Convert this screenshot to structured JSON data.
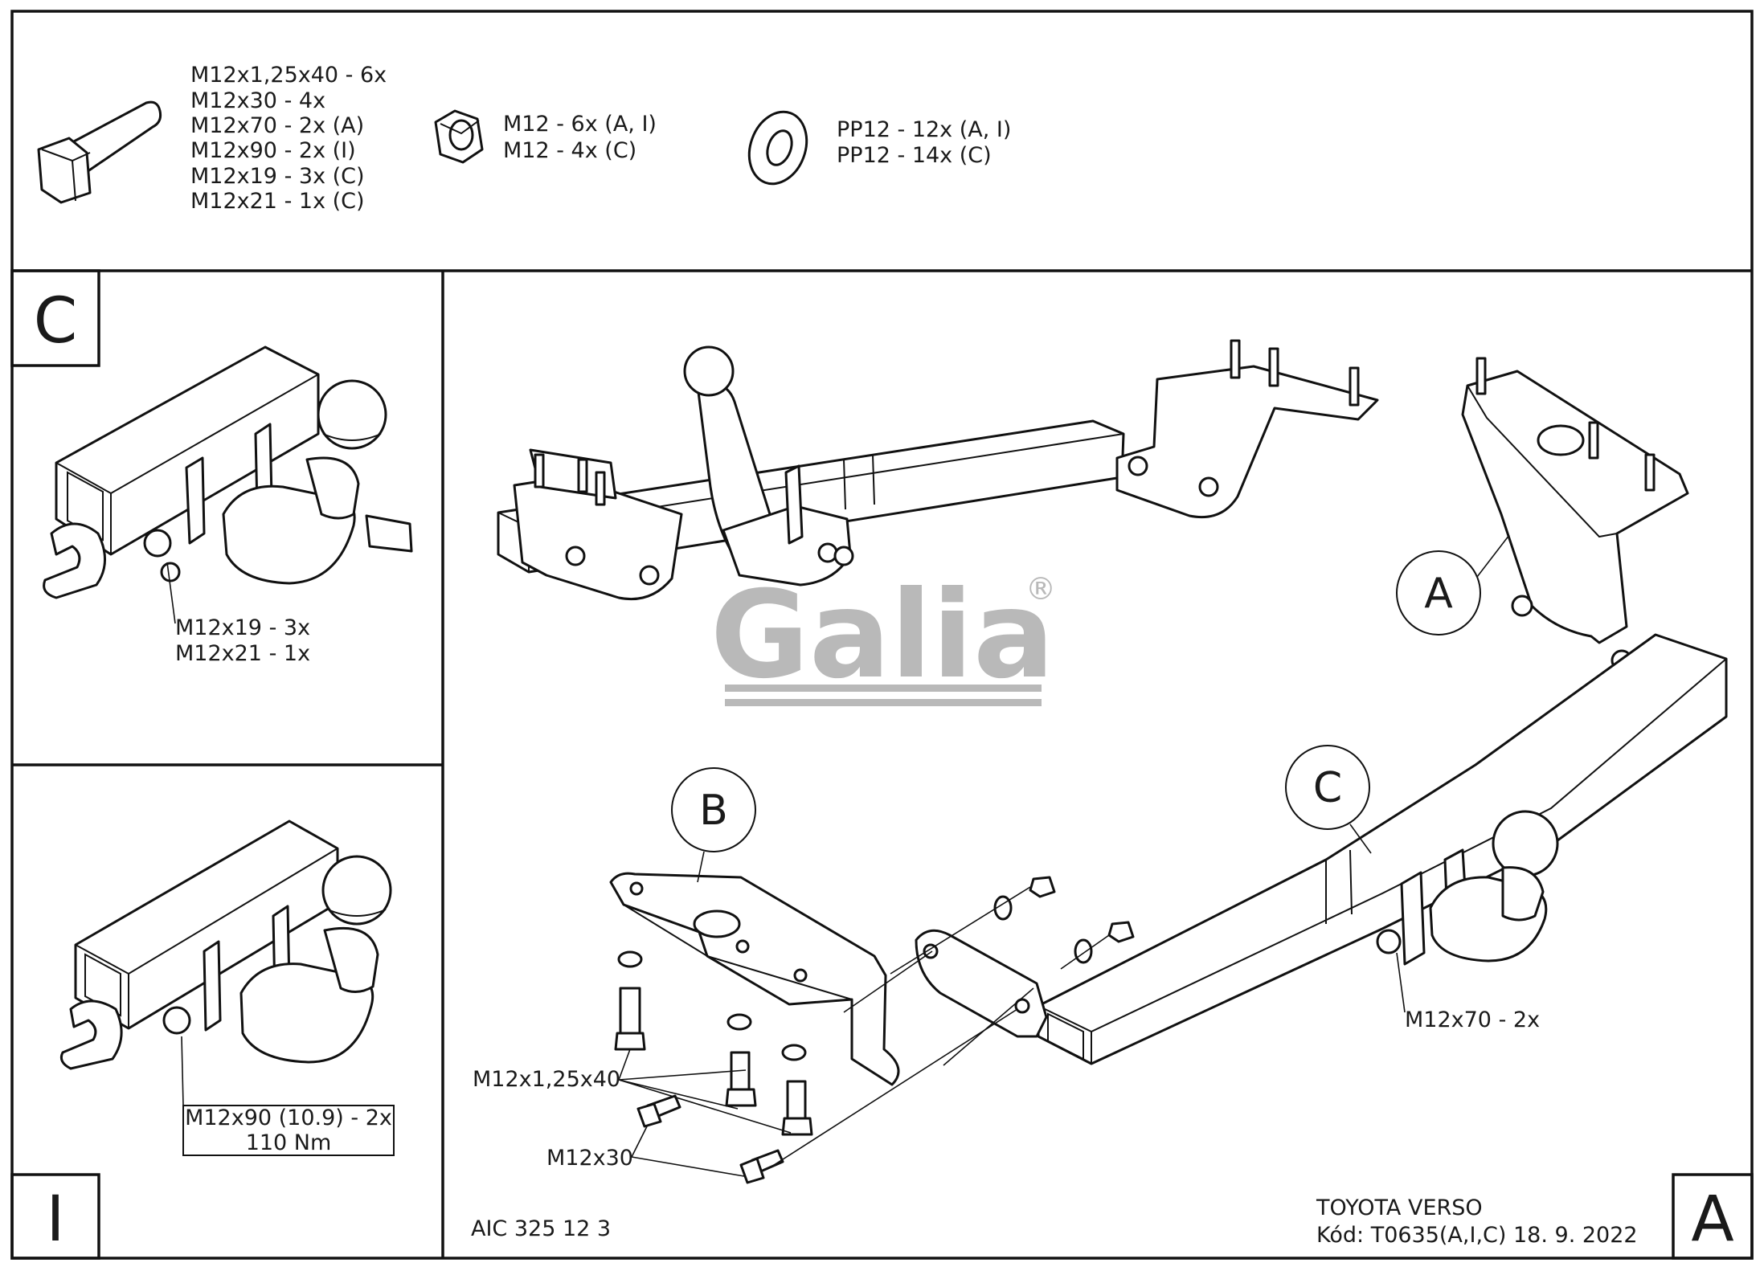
{
  "parts_list": {
    "bolts": {
      "icon": "hex-bolt-icon",
      "lines": [
        "M12x1,25x40 - 6x",
        "M12x30 - 4x",
        "M12x70 - 2x (A)",
        "M12x90 - 2x (I)",
        "M12x19 - 3x (C)",
        "M12x21 - 1x (C)"
      ]
    },
    "nuts": {
      "icon": "hex-nut-icon",
      "lines": [
        "M12 - 6x (A, I)",
        "M12 - 4x (C)"
      ]
    },
    "washers": {
      "icon": "washer-icon",
      "lines": [
        "PP12 - 12x (A, I)",
        "PP12 - 14x (C)"
      ]
    }
  },
  "panel_c": {
    "letter": "C",
    "labels": [
      "M12x19 - 3x",
      "M12x21 - 1x"
    ]
  },
  "panel_i": {
    "letter": "I",
    "label_box": [
      "M12x90 (10.9) - 2x",
      "110 Nm"
    ]
  },
  "main": {
    "letter": "A",
    "callouts": {
      "a": "A",
      "b": "B",
      "c": "C"
    },
    "labels": {
      "m12x70": "M12x70 - 2x",
      "m12x125x40": "M12x1,25x40",
      "m12x30": "M12x30"
    },
    "drawing_code": "AIC 325 12 3",
    "vehicle": "TOYOTA VERSO",
    "code_line": "Kód: T0635(A,I,C)  18. 9. 2022",
    "watermark": "Galia",
    "watermark_mark": "®"
  }
}
